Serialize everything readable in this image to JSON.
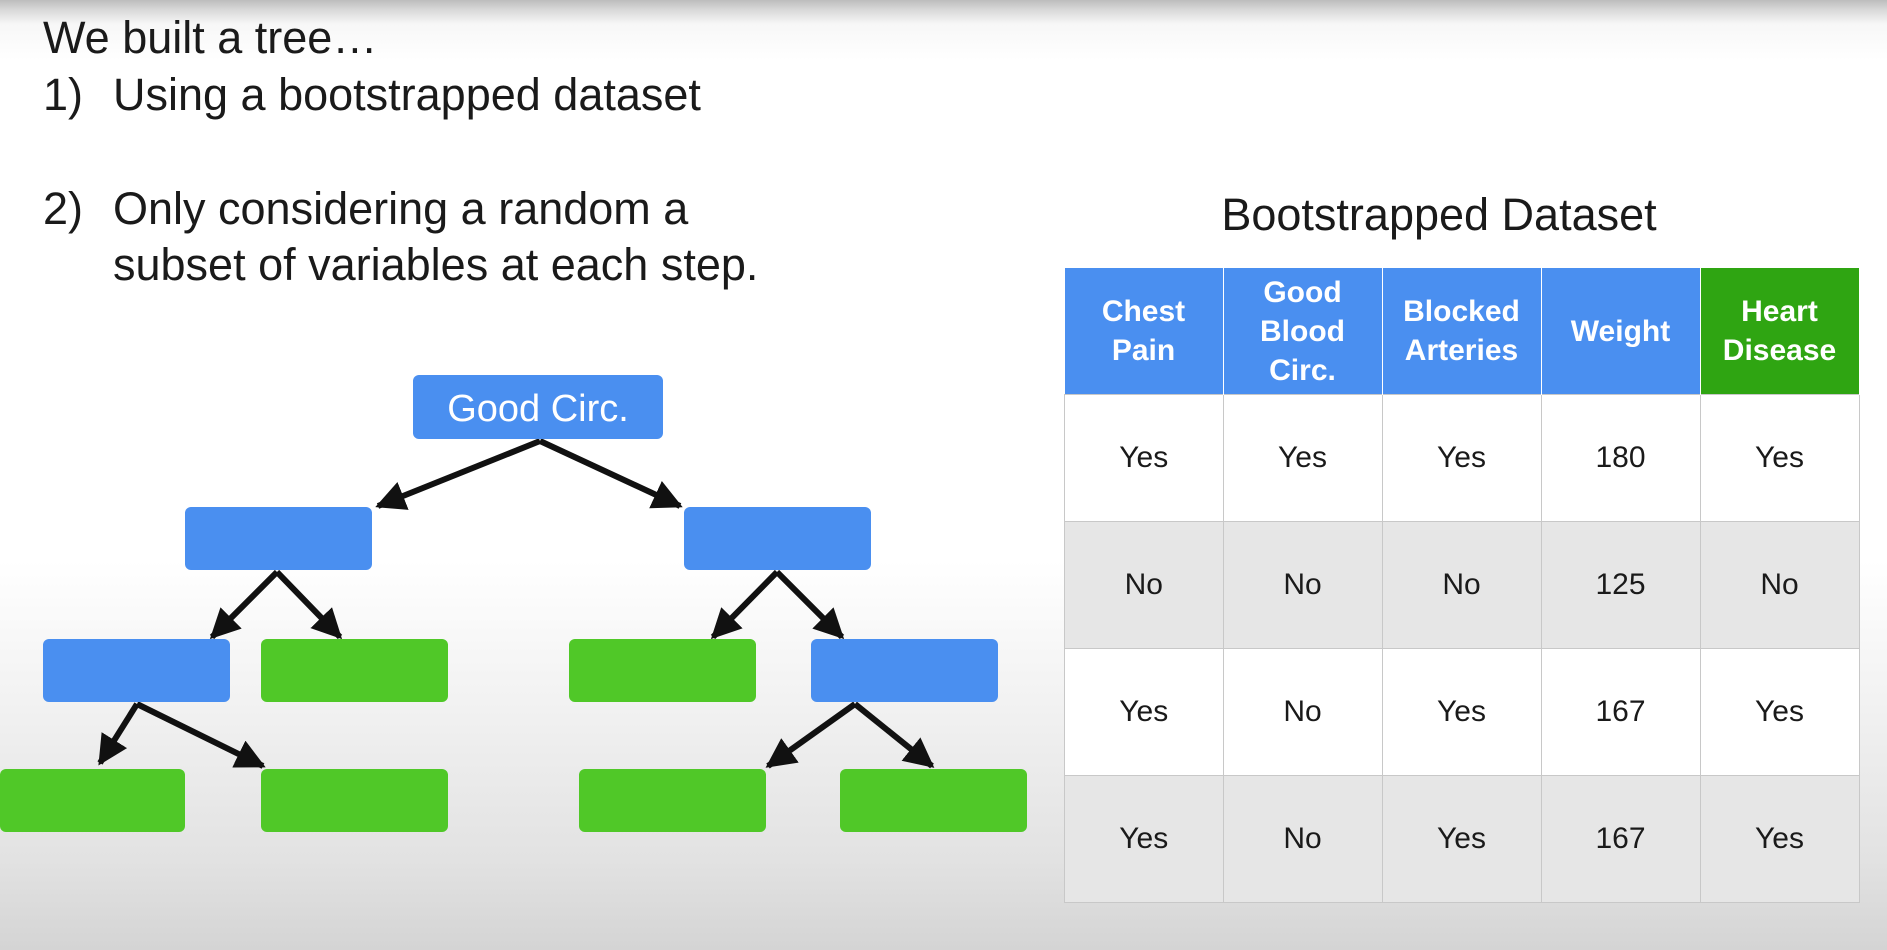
{
  "slide": {
    "intro": "We built a tree…",
    "points": [
      {
        "number": "1)",
        "lines": [
          "Using a bootstrapped dataset"
        ]
      },
      {
        "number": "2)",
        "lines": [
          "Only considering a random a",
          "subset of variables at each step."
        ]
      }
    ]
  },
  "tree": {
    "root_label": "Good Circ.",
    "colors": {
      "decision_node": "#4a8ff0",
      "leaf_node": "#50c828",
      "arrow": "#111111"
    }
  },
  "table": {
    "title": "Bootstrapped Dataset",
    "headers": [
      "Chest Pain",
      "Good Blood Circ.",
      "Blocked Arteries",
      "Weight",
      "Heart Disease"
    ],
    "target_color": "#2fa512",
    "feature_color": "#4a8ff0",
    "rows": [
      [
        "Yes",
        "Yes",
        "Yes",
        "180",
        "Yes"
      ],
      [
        "No",
        "No",
        "No",
        "125",
        "No"
      ],
      [
        "Yes",
        "No",
        "Yes",
        "167",
        "Yes"
      ],
      [
        "Yes",
        "No",
        "Yes",
        "167",
        "Yes"
      ]
    ]
  }
}
